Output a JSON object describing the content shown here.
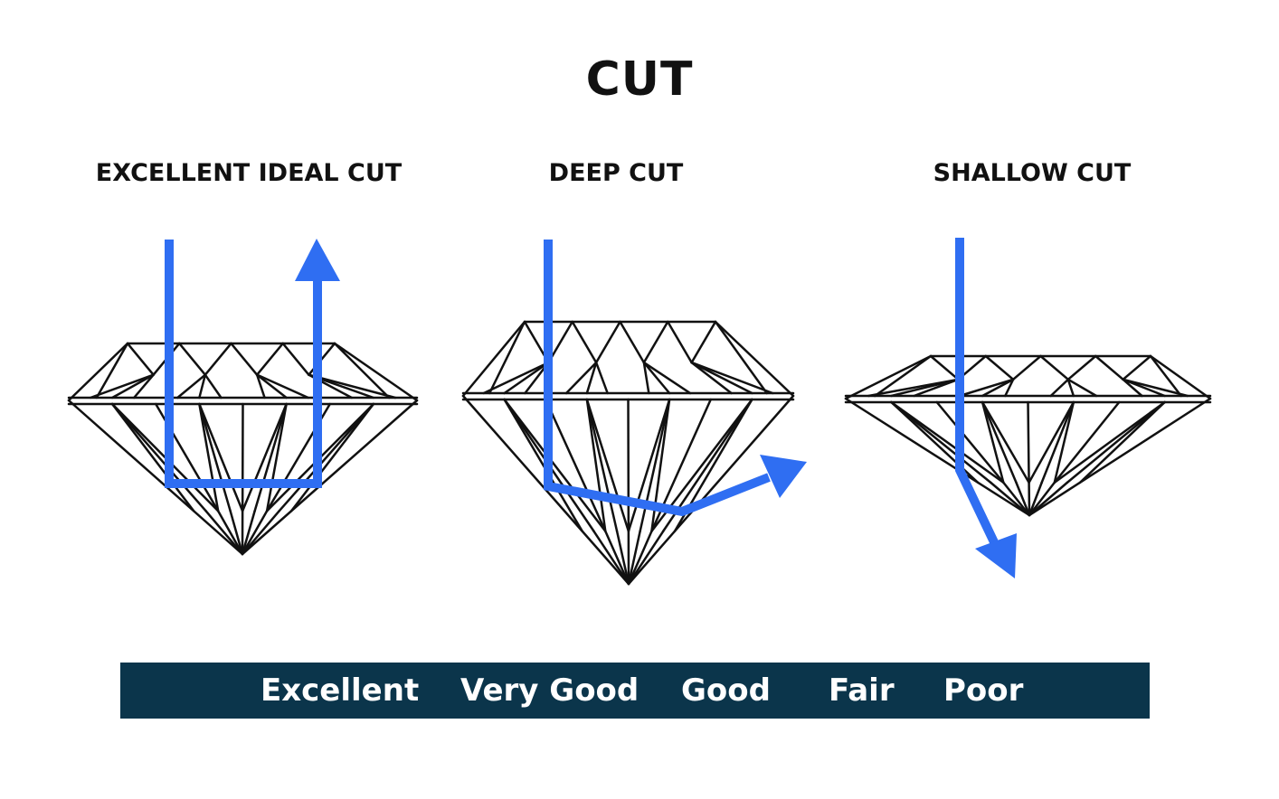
{
  "title": "CUT",
  "cuts": [
    {
      "label": "EXCELLENT IDEAL CUT"
    },
    {
      "label": "DEEP CUT"
    },
    {
      "label": "SHALLOW CUT"
    }
  ],
  "grades": [
    "Excellent",
    "Very Good",
    "Good",
    "Fair",
    "Poor"
  ],
  "colors": {
    "arrow": "#2f6ef2",
    "bar": "#0b354b",
    "outline": "#111111"
  }
}
